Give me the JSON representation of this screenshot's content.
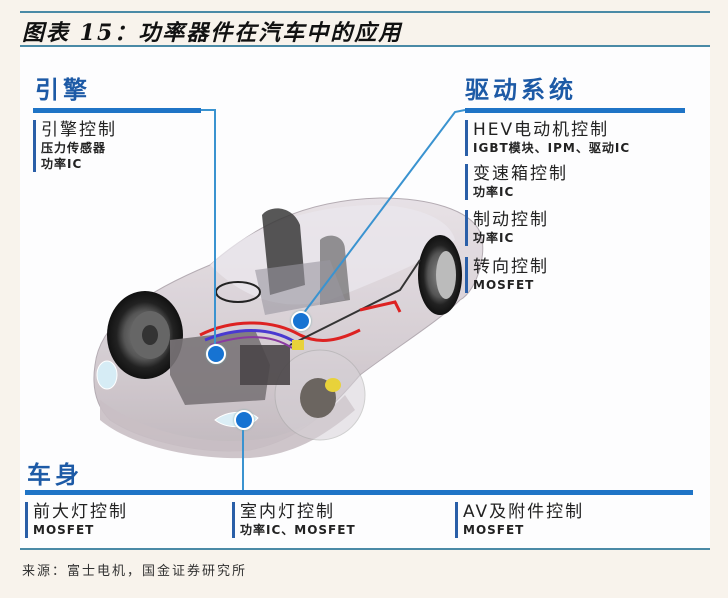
{
  "title": "图表 15：功率器件在汽车中的应用",
  "source": "来源：富士电机，国金证券研究所",
  "colors": {
    "section_heading": "#1d5aa6",
    "section_bar": "#1f74c6",
    "connector": "#3a93d0",
    "dot": "#1673d2",
    "rule": "#4a8aa6",
    "background": "#f8f3ec"
  },
  "sections": {
    "engine": {
      "heading": "引擎",
      "items": [
        {
          "title": "引擎控制",
          "subs": [
            "压力传感器",
            "功率IC"
          ]
        }
      ]
    },
    "drive": {
      "heading": "驱动系统",
      "items": [
        {
          "title": "HEV电动机控制",
          "subs": [
            "IGBT模块、IPM、驱动IC"
          ]
        },
        {
          "title": "变速箱控制",
          "subs": [
            "功率IC"
          ]
        },
        {
          "title": "制动控制",
          "subs": [
            "功率IC"
          ]
        },
        {
          "title": "转向控制",
          "subs": [
            "MOSFET"
          ]
        }
      ]
    },
    "body": {
      "heading": "车身",
      "items": [
        {
          "title": "前大灯控制",
          "subs": [
            "MOSFET"
          ]
        },
        {
          "title": "室内灯控制",
          "subs": [
            "功率IC、MOSFET"
          ]
        },
        {
          "title": "AV及附件控制",
          "subs": [
            "MOSFET"
          ]
        }
      ]
    }
  },
  "illustration": {
    "subject": "transparent-car-cutaway",
    "callout_dots": [
      "engine-compartment",
      "drive-system",
      "headlight"
    ]
  }
}
